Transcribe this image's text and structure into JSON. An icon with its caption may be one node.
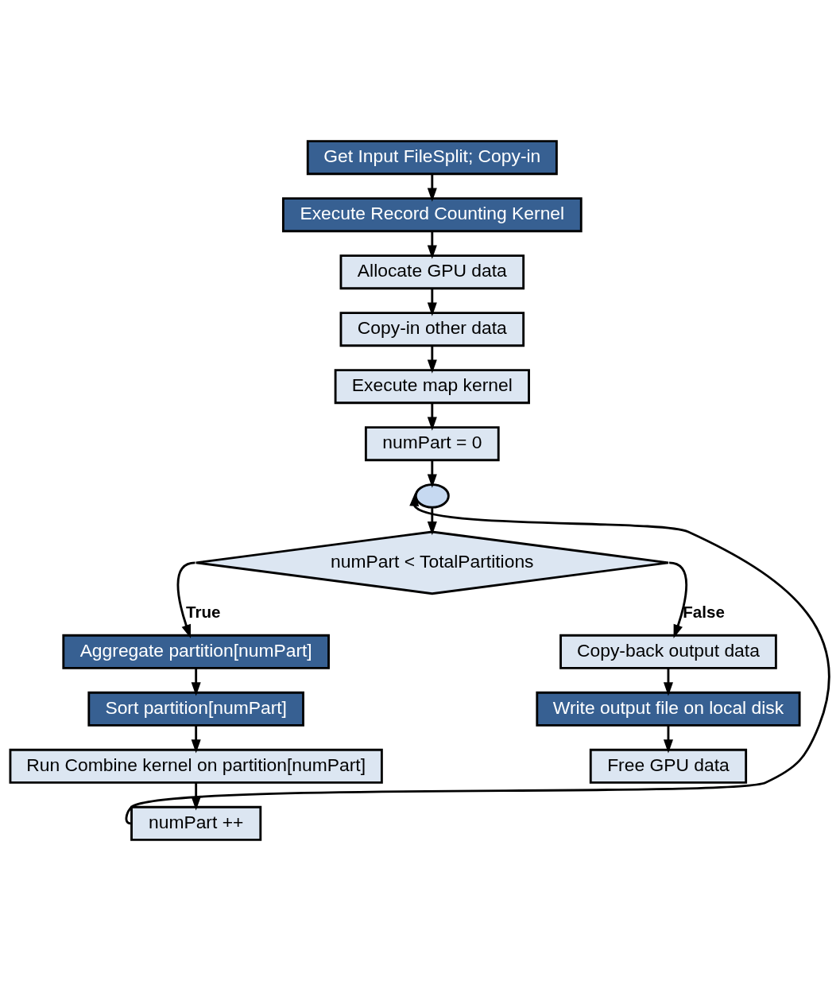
{
  "diagram": {
    "nodes": [
      {
        "text": [
          "Get Input FileSplit; Copy-in"
        ]
      },
      {
        "text": [
          "Execute Record Counting Kernel"
        ]
      },
      {
        "text": [
          "Allocate GPU data"
        ]
      },
      {
        "text": [
          "Copy-in other data"
        ]
      },
      {
        "text": [
          "Execute map kernel"
        ]
      },
      {
        "text": [
          "numPart = 0"
        ]
      },
      {
        "text": [],
        "shape": "circle"
      },
      {
        "text": [
          "numPart < TotalPartitions"
        ]
      },
      {
        "text": [
          "Aggregate partition[numPart]"
        ]
      },
      {
        "text": [
          "Sort partition[numPart]"
        ]
      },
      {
        "text": [
          "Run Combine kernel on partition[numPart]"
        ]
      },
      {
        "text": [
          "numPart ++"
        ]
      },
      {
        "text": [
          "Copy-back output data"
        ]
      },
      {
        "text": [
          "Write output file on local disk"
        ]
      },
      {
        "text": [
          "Free GPU data"
        ]
      }
    ],
    "edges": [
      {
        "from": 0,
        "to": 1,
        "arrow": "to"
      },
      {
        "from": 1,
        "to": 2,
        "arrow": "to"
      },
      {
        "from": 2,
        "to": 3,
        "arrow": "to"
      },
      {
        "from": 3,
        "to": 4,
        "arrow": "to"
      },
      {
        "from": 4,
        "to": 5,
        "arrow": "to"
      },
      {
        "from": 5,
        "to": 6,
        "arrow": "to"
      },
      {
        "from": 6,
        "to": 7,
        "arrow": "to"
      },
      {
        "from": 7,
        "to": 8,
        "arrow": "to",
        "label": "True"
      },
      {
        "from": 8,
        "to": 9,
        "arrow": "to"
      },
      {
        "from": 9,
        "to": 10,
        "arrow": "to"
      },
      {
        "from": 10,
        "to": 11,
        "arrow": "to"
      },
      {
        "from": 11,
        "to": 6,
        "arrow": "to"
      },
      {
        "from": 7,
        "to": 12,
        "arrow": "to",
        "label": "False"
      },
      {
        "from": 12,
        "to": 13,
        "arrow": "to"
      },
      {
        "from": 13,
        "to": 14,
        "arrow": "to"
      }
    ]
  }
}
